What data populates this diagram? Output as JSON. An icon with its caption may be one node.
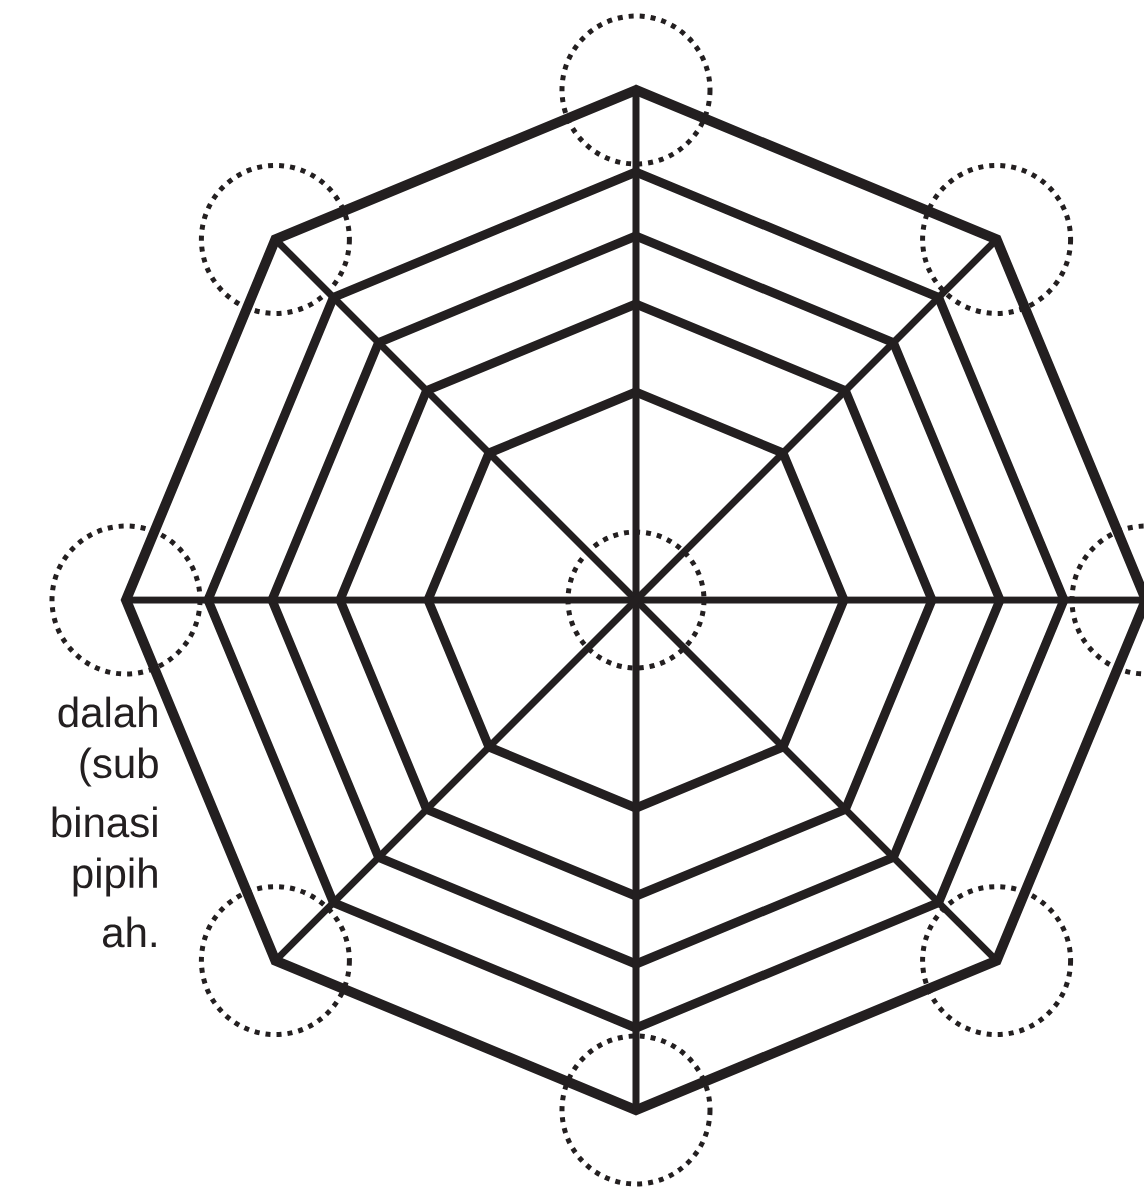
{
  "diagram": {
    "labels": [
      "dalah",
      "(sub",
      "binasi",
      "pipih",
      "ah."
    ]
  }
}
